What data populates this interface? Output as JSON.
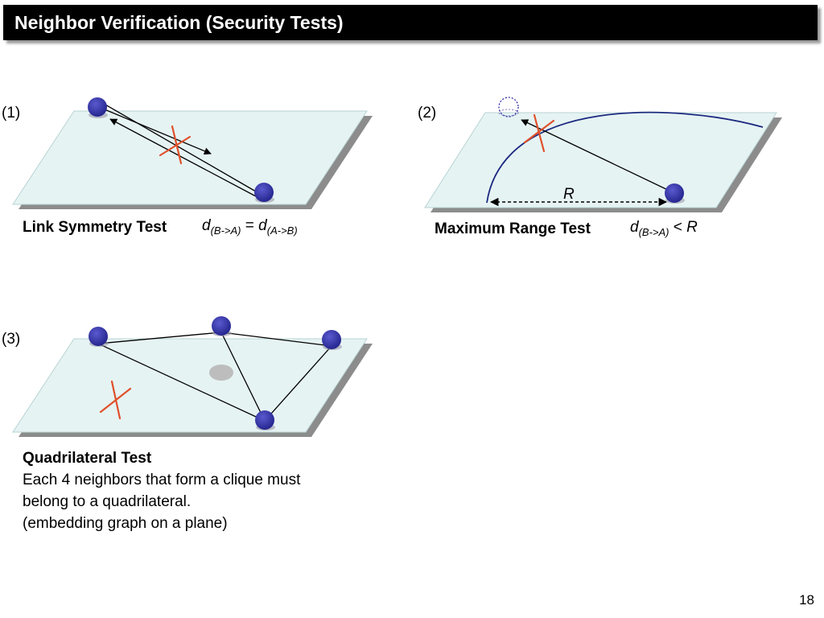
{
  "slide": {
    "title": "Neighbor Verification (Security Tests)",
    "page_number": "18"
  },
  "panels": [
    {
      "number": "(1)",
      "name": "Link Symmetry Test",
      "formula": {
        "d1": "d",
        "sub1": "(B->A)",
        "op": " = ",
        "d2": "d",
        "sub2": "(A->B)"
      }
    },
    {
      "number": "(2)",
      "name": "Maximum Range Test",
      "range_label": "R",
      "formula": {
        "d1": "d",
        "sub1": "(B->A)",
        "op": " < ",
        "rhs": "R"
      }
    },
    {
      "number": "(3)",
      "name": "Quadrilateral Test",
      "description": [
        "Each 4 neighbors that form a clique must",
        "belong to a quadrilateral.",
        "(embedding graph on a plane)"
      ]
    }
  ],
  "colors": {
    "plane_fill": "#e6f3f3",
    "plane_shadow": "#8c8c8c",
    "node": "#2b2ba0",
    "cross": "#e0502a",
    "arc": "#1c2a80",
    "ghost_node": "#bdbdbd"
  }
}
